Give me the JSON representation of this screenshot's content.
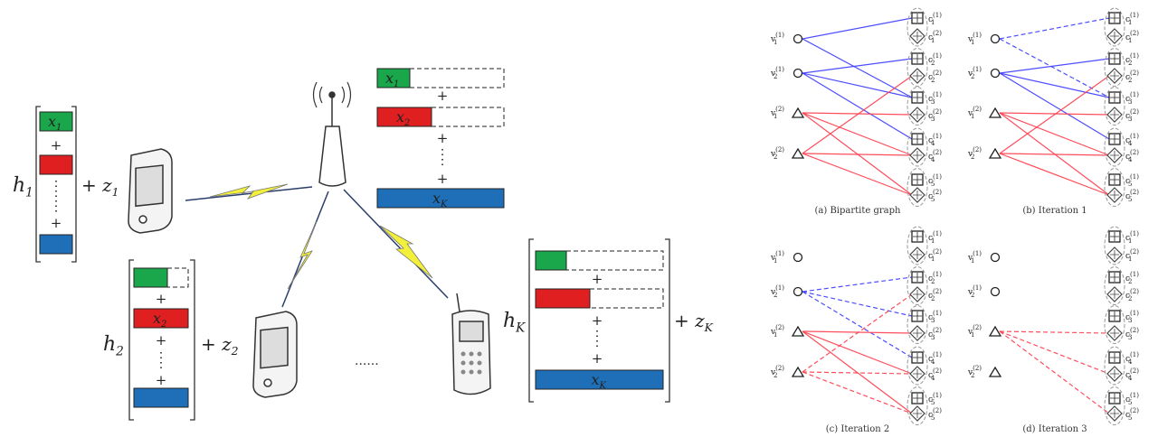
{
  "left_diagram": {
    "users": [
      {
        "h": "h",
        "sub": "1",
        "z": "+ z",
        "zsub": "1",
        "x_green": "x",
        "x_green_sub": "1"
      },
      {
        "h": "h",
        "sub": "2",
        "z": "+ z",
        "zsub": "2",
        "x_red": "x",
        "x_red_sub": "2"
      },
      {
        "h": "h",
        "sub": "K",
        "z": "+ z",
        "zsub": "K",
        "x_blue": "x",
        "x_blue_sub": "K"
      }
    ],
    "bs_signals": [
      {
        "x": "x",
        "sub": "1"
      },
      {
        "x": "x",
        "sub": "2"
      },
      {
        "x": "x",
        "sub": "K"
      }
    ],
    "plus": "+",
    "ellipsis": "......",
    "colors": {
      "green": "#1aa64a",
      "red": "#e02020",
      "blue": "#1f6fb8",
      "bolt": "#f2f03a"
    }
  },
  "graph": {
    "v_labels": [
      {
        "base": "v",
        "sub": "1",
        "sup": "(1)",
        "shape": "circle"
      },
      {
        "base": "v",
        "sub": "2",
        "sup": "(1)",
        "shape": "circle"
      },
      {
        "base": "v",
        "sub": "1",
        "sup": "(2)",
        "shape": "triangle"
      },
      {
        "base": "v",
        "sub": "2",
        "sup": "(2)",
        "shape": "triangle"
      }
    ],
    "c_labels": [
      "1",
      "2",
      "3",
      "4",
      "5"
    ],
    "c_base": "c",
    "c_sup": [
      "(1)",
      "(2)"
    ],
    "colors": {
      "user1": "#3a3aff",
      "user2": "#ff3a4a"
    },
    "panels": [
      {
        "caption": "(a) Bipartite graph",
        "edges": [
          [
            0,
            1,
            0,
            "s"
          ],
          [
            0,
            3,
            0,
            "s"
          ],
          [
            1,
            2,
            0,
            "s"
          ],
          [
            1,
            3,
            0,
            "s"
          ],
          [
            1,
            4,
            0,
            "s"
          ],
          [
            2,
            3,
            1,
            "s"
          ],
          [
            2,
            4,
            1,
            "s"
          ],
          [
            2,
            5,
            1,
            "s"
          ],
          [
            3,
            2,
            1,
            "s"
          ],
          [
            3,
            4,
            1,
            "s"
          ],
          [
            3,
            5,
            1,
            "s"
          ]
        ]
      },
      {
        "caption": "(b) Iteration 1",
        "edges": [
          [
            0,
            1,
            0,
            "d"
          ],
          [
            0,
            3,
            0,
            "d"
          ],
          [
            1,
            2,
            0,
            "s"
          ],
          [
            1,
            3,
            0,
            "s"
          ],
          [
            1,
            4,
            0,
            "s"
          ],
          [
            2,
            3,
            1,
            "s"
          ],
          [
            2,
            4,
            1,
            "s"
          ],
          [
            2,
            5,
            1,
            "s"
          ],
          [
            3,
            2,
            1,
            "s"
          ],
          [
            3,
            4,
            1,
            "s"
          ],
          [
            3,
            5,
            1,
            "s"
          ]
        ]
      },
      {
        "caption": "(c) Iteration 2",
        "edges": [
          [
            1,
            2,
            0,
            "d"
          ],
          [
            1,
            3,
            0,
            "d"
          ],
          [
            1,
            4,
            0,
            "d"
          ],
          [
            2,
            3,
            1,
            "s"
          ],
          [
            2,
            4,
            1,
            "s"
          ],
          [
            2,
            5,
            1,
            "s"
          ],
          [
            3,
            2,
            1,
            "d"
          ],
          [
            3,
            4,
            1,
            "d"
          ],
          [
            3,
            5,
            1,
            "d"
          ]
        ]
      },
      {
        "caption": "(d) Iteration 3",
        "edges": [
          [
            2,
            3,
            1,
            "d"
          ],
          [
            2,
            4,
            1,
            "d"
          ],
          [
            2,
            5,
            1,
            "d"
          ]
        ]
      }
    ]
  }
}
